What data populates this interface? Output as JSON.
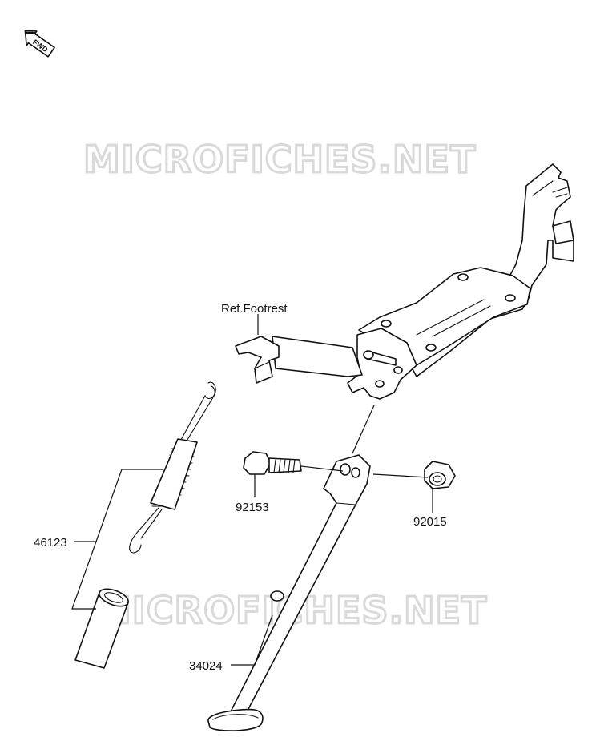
{
  "watermark": {
    "text_top": "MICROFICHES.NET",
    "text_bottom": "MICROFICHES.NET"
  },
  "orientation_badge": {
    "text": "FWD"
  },
  "labels": {
    "ref_footrest": "Ref.Footrest",
    "spring": "46123",
    "bolt": "92153",
    "nut": "92015",
    "stand": "34024"
  },
  "colors": {
    "line": "#111111",
    "watermark": "#d9d9d9",
    "background": "#ffffff"
  }
}
